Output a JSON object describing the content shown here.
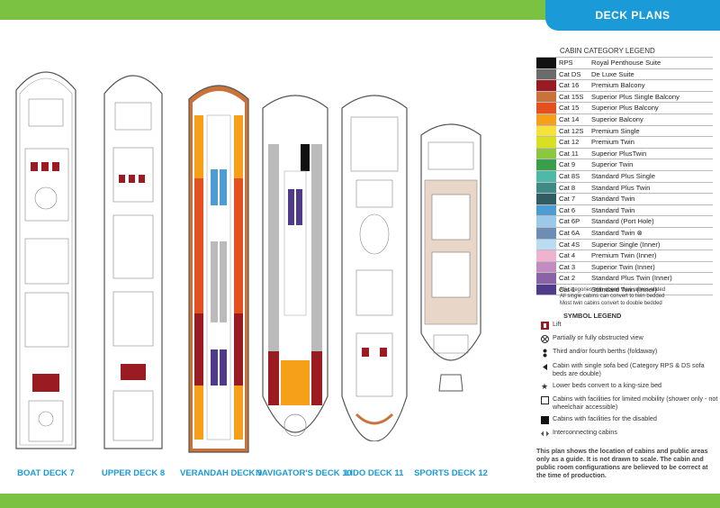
{
  "header": {
    "title": "DECK PLANS"
  },
  "decks": [
    {
      "name": "BOAT DECK 7"
    },
    {
      "name": "UPPER DECK 8"
    },
    {
      "name": "VERANDAH DECK 9"
    },
    {
      "name": "NAVIGATOR'S DECK 10"
    },
    {
      "name": "LIDO DECK 11"
    },
    {
      "name": "SPORTS DECK 12"
    }
  ],
  "legend": {
    "title": "CABIN CATEGORY LEGEND",
    "categories": [
      {
        "code": "RPS",
        "desc": "Royal Penthouse Suite",
        "color": "#111111"
      },
      {
        "code": "Cat DS",
        "desc": "De Luxe Suite",
        "color": "#6b6b6b"
      },
      {
        "code": "Cat 16",
        "desc": "Premium Balcony",
        "color": "#9b1b22"
      },
      {
        "code": "Cat 15S",
        "desc": "Superior Plus Single Balcony",
        "color": "#c9733a"
      },
      {
        "code": "Cat 15",
        "desc": "Superior Plus Balcony",
        "color": "#e4501f"
      },
      {
        "code": "Cat 14",
        "desc": "Superior Balcony",
        "color": "#f6a01a"
      },
      {
        "code": "Cat 12S",
        "desc": "Premium Single",
        "color": "#f6e23a"
      },
      {
        "code": "Cat 12",
        "desc": "Premium Twin",
        "color": "#d9e021"
      },
      {
        "code": "Cat 11",
        "desc": "Superior PlusTwin",
        "color": "#8dc63f"
      },
      {
        "code": "Cat 9",
        "desc": "Superior Twin",
        "color": "#3a9f4b"
      },
      {
        "code": "Cat 8S",
        "desc": "Standard Plus Single",
        "color": "#4fb9a7"
      },
      {
        "code": "Cat 8",
        "desc": "Standard Plus Twin",
        "color": "#3f8a86"
      },
      {
        "code": "Cat 7",
        "desc": "Standard Twin",
        "color": "#2f5d63"
      },
      {
        "code": "Cat 6",
        "desc": "Standard Twin",
        "color": "#4d9cd3"
      },
      {
        "code": "Cat 6P",
        "desc": "Standard (Port Hole)",
        "color": "#9cc9e8"
      },
      {
        "code": "Cat 6A",
        "desc": "Standard Twin ⊗",
        "color": "#6c8db5"
      },
      {
        "code": "Cat 4S",
        "desc": "Superior Single (Inner)",
        "color": "#b9dcf2"
      },
      {
        "code": "Cat 4",
        "desc": "Premium Twin (Inner)",
        "color": "#f0b3cf"
      },
      {
        "code": "Cat 3",
        "desc": "Superior Twin (Inner)",
        "color": "#c48bc0"
      },
      {
        "code": "Cat 2",
        "desc": "Standard Plus Twin (Inner)",
        "color": "#8a62a8"
      },
      {
        "code": "Cat 1",
        "desc": "Standard Twin (Inner)",
        "color": "#4f3b8a"
      }
    ],
    "notes": [
      "All categories with ocean view unless stated",
      "All single cabins can convert to twin bedded",
      "Most twin cabins convert to double bedded"
    ]
  },
  "symbols": {
    "title": "SYMBOL LEGEND",
    "items": [
      {
        "icon": "lift-icon",
        "text": "Lift"
      },
      {
        "icon": "obstructed-view-icon",
        "text": "Partially or fully obstructed view"
      },
      {
        "icon": "third-fourth-berth-icon",
        "text": "Third and/or fourth berths (foldaway)"
      },
      {
        "icon": "sofa-bed-icon",
        "text": "Cabin with single sofa bed (Category RPS & DS sofa beds are double)"
      },
      {
        "icon": "king-bed-star-icon",
        "text": "Lower beds convert to a king-size bed"
      },
      {
        "icon": "limited-mobility-icon",
        "text": "Cabins with facilities for limited mobility (shower only - not wheelchair accessible)"
      },
      {
        "icon": "disabled-facilities-icon",
        "text": "Cabins with facilities for the disabled"
      },
      {
        "icon": "interconnecting-icon",
        "text": "Interconnecting cabins"
      }
    ]
  },
  "disclaimer": "This plan shows the location of cabins and public areas only as a guide. It is not drawn to scale. The cabin and public room configurations are believed to be correct at the time of production."
}
